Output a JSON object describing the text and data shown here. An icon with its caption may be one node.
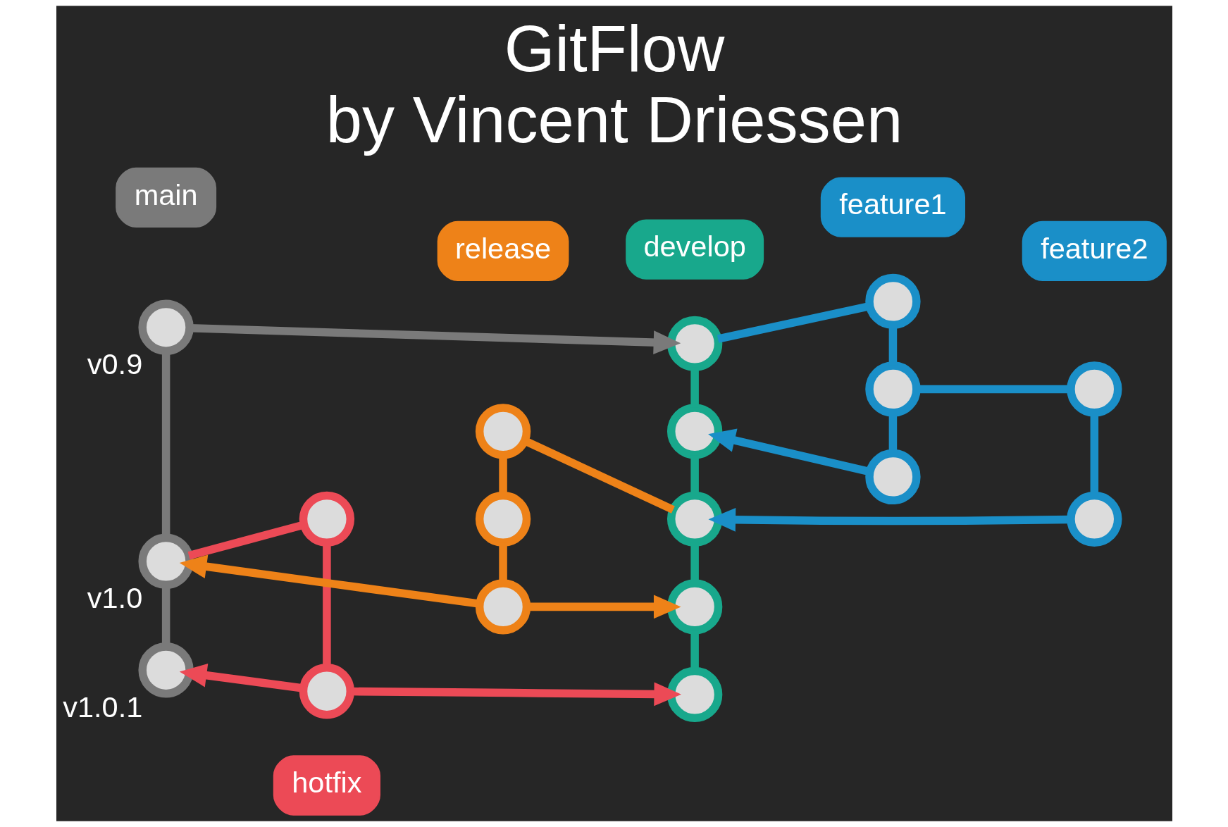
{
  "diagram": {
    "title": "GitFlow",
    "caption": "by Vincent Driessen",
    "nodes": [
      {
        "text": [
          "main"
        ]
      },
      {
        "text": [],
        "shape": "circle",
        "beside": [
          "v0.9"
        ]
      },
      {
        "text": [],
        "shape": "circle",
        "beside": [
          "v1.0"
        ]
      },
      {
        "text": [],
        "shape": "circle",
        "beside": [
          "v1.0.1"
        ]
      },
      {
        "text": [],
        "shape": "circle"
      },
      {
        "text": [],
        "shape": "circle"
      },
      {
        "text": [
          "hotfix"
        ]
      },
      {
        "text": [
          "release"
        ]
      },
      {
        "text": [],
        "shape": "circle"
      },
      {
        "text": [],
        "shape": "circle"
      },
      {
        "text": [],
        "shape": "circle"
      },
      {
        "text": [
          "develop"
        ]
      },
      {
        "text": [],
        "shape": "circle"
      },
      {
        "text": [],
        "shape": "circle"
      },
      {
        "text": [],
        "shape": "circle"
      },
      {
        "text": [],
        "shape": "circle"
      },
      {
        "text": [],
        "shape": "circle"
      },
      {
        "text": [
          "feature1"
        ]
      },
      {
        "text": [],
        "shape": "circle"
      },
      {
        "text": [],
        "shape": "circle"
      },
      {
        "text": [],
        "shape": "circle"
      },
      {
        "text": [
          "feature2"
        ]
      },
      {
        "text": [],
        "shape": "circle"
      },
      {
        "text": [],
        "shape": "circle"
      }
    ],
    "edges": [
      {
        "from": 1,
        "to": 2,
        "arrow": "none",
        "color": "#7a7a7a"
      },
      {
        "from": 2,
        "to": 3,
        "arrow": "none",
        "color": "#7a7a7a"
      },
      {
        "from": 1,
        "to": 12,
        "arrow": "to",
        "color": "#7a7a7a"
      },
      {
        "from": 12,
        "to": 13,
        "arrow": "none",
        "color": "#18a88c"
      },
      {
        "from": 13,
        "to": 14,
        "arrow": "none",
        "color": "#18a88c"
      },
      {
        "from": 14,
        "to": 15,
        "arrow": "none",
        "color": "#18a88c"
      },
      {
        "from": 15,
        "to": 16,
        "arrow": "none",
        "color": "#18a88c"
      },
      {
        "from": 12,
        "to": 18,
        "arrow": "none"
      },
      {
        "from": 18,
        "to": 19,
        "arrow": "none"
      },
      {
        "from": 19,
        "to": 20,
        "arrow": "none"
      },
      {
        "from": 20,
        "to": 13,
        "arrow": "to"
      },
      {
        "from": 19,
        "to": 22,
        "arrow": "none"
      },
      {
        "from": 22,
        "to": 23,
        "arrow": "none"
      },
      {
        "from": 23,
        "to": 14,
        "arrow": "to"
      },
      {
        "from": 14,
        "to": 8,
        "arrow": "none",
        "color": "#ee8218"
      },
      {
        "from": 8,
        "to": 9,
        "arrow": "none",
        "color": "#ee8218"
      },
      {
        "from": 9,
        "to": 10,
        "arrow": "none",
        "color": "#ee8218"
      },
      {
        "from": 10,
        "to": 2,
        "arrow": "to",
        "color": "#ee8218"
      },
      {
        "from": 10,
        "to": 15,
        "arrow": "to",
        "color": "#ee8218"
      },
      {
        "from": 2,
        "to": 4,
        "arrow": "none",
        "color": "#ec4a56"
      },
      {
        "from": 4,
        "to": 5,
        "arrow": "none",
        "color": "#ec4a56"
      },
      {
        "from": 5,
        "to": 3,
        "arrow": "to",
        "color": "#ec4a56"
      },
      {
        "from": 5,
        "to": 16,
        "arrow": "to",
        "color": "#ec4a56"
      }
    ]
  }
}
